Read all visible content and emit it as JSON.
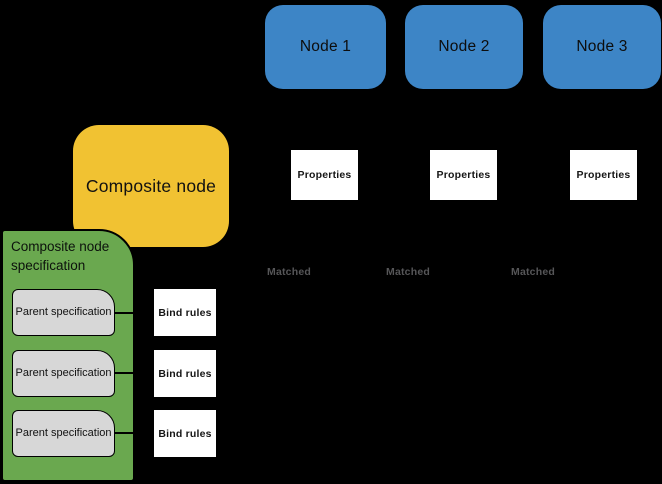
{
  "diagram": {
    "nodes": [
      {
        "label": "Node 1"
      },
      {
        "label": "Node 2"
      },
      {
        "label": "Node 3"
      }
    ],
    "composite_node": {
      "label": "Composite node"
    },
    "specification": {
      "title": "Composite node specification",
      "parent_specs": [
        {
          "label": "Parent specification"
        },
        {
          "label": "Parent specification"
        },
        {
          "label": "Parent specification"
        }
      ],
      "bind_rules": [
        {
          "label": "Bind rules"
        },
        {
          "label": "Bind rules"
        },
        {
          "label": "Bind rules"
        }
      ]
    },
    "properties_boxes": [
      {
        "label": "Properties"
      },
      {
        "label": "Properties"
      },
      {
        "label": "Properties"
      }
    ],
    "matched_labels": [
      {
        "label": "Matched"
      },
      {
        "label": "Matched"
      },
      {
        "label": "Matched"
      }
    ],
    "colors": {
      "background": "#000000",
      "node_fill": "#3d85c6",
      "composite_fill": "#f1c232",
      "specification_fill": "#6aa84f",
      "parent_fill": "#d7d7d7",
      "box_fill": "#ffffff",
      "matched_text": "#565658",
      "text": "#000000"
    }
  }
}
